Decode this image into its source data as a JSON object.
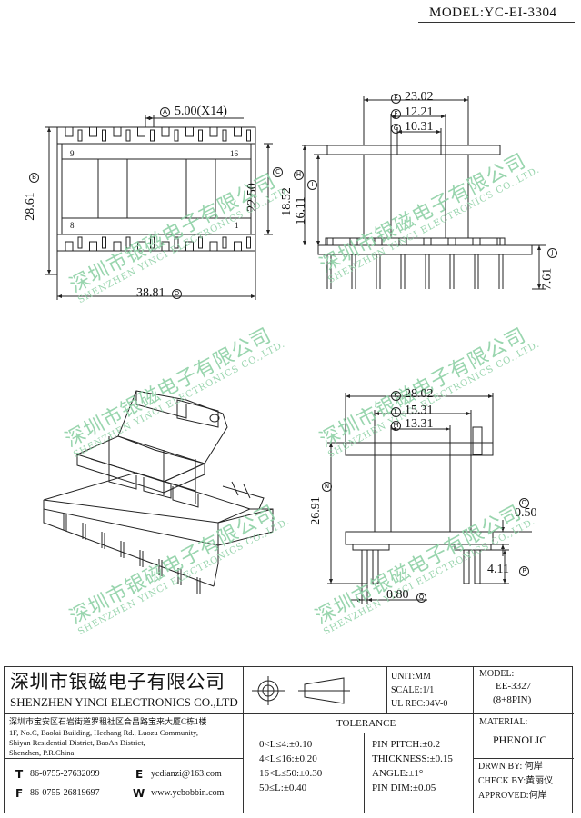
{
  "header": {
    "model_label": "MODEL:YC-EI-3304"
  },
  "dimensions": {
    "top_left": {
      "pitch": "5.00(X14)",
      "pitch_tag": "A",
      "width": "38.81",
      "width_tag": "D",
      "height_outer": "28.61",
      "height_outer_tag": "B",
      "height_inner": "22.50",
      "height_inner_tag": "C",
      "pin_label_9": "9",
      "pin_label_16": "16",
      "pin_label_8": "8",
      "pin_label_1": "1"
    },
    "top_right": {
      "d1": "23.02",
      "d1_tag": "E",
      "d2": "12.21",
      "d2_tag": "F",
      "d3": "10.31",
      "d3_tag": "G",
      "h1": "18.52",
      "h1_tag": "H",
      "h2": "16.11",
      "h2_tag": "I",
      "pin_len": "7.61",
      "pin_len_tag": "J"
    },
    "bottom_right": {
      "d1": "28.02",
      "d1_tag": "K",
      "d2": "15.31",
      "d2_tag": "L",
      "d3": "13.31",
      "d3_tag": "M",
      "height": "26.91",
      "height_tag": "N",
      "flange": "0.50",
      "flange_tag": "O",
      "pin_dim": "4.11",
      "pin_dim_tag": "P",
      "pin_w": "0.80",
      "pin_w_tag": "Q"
    }
  },
  "watermark": {
    "cn": "深圳市银磁电子有限公司",
    "en": "SHENZHEN YINCI ELECTRONICS CO.,LTD."
  },
  "title_block": {
    "company_cn": "深圳市银磁电子有限公司",
    "company_en": "SHENZHEN YINCI ELECTRONICS CO.,LTD",
    "address_cn": "深圳市宝安区石岩街道罗租社区合昌路宝来大厦C栋1楼",
    "address_en": [
      "1F, No.C, Baolai Building, Hechang Rd., Luozu Community,",
      "Shiyan Residential District, BaoAn District,",
      "Shenzhen, P.R.China"
    ],
    "tel_label": "T",
    "tel": "86-0755-27632099",
    "fax_label": "F",
    "fax": "86-0755-26819697",
    "email_label": "E",
    "email": "ycdianzi@163.com",
    "web_label": "W",
    "web": "www.ycbobbin.com",
    "unit": "UNIT:MM",
    "scale": "SCALE:1/1",
    "ul": "UL REC:94V-0",
    "model_title": "MODEL:",
    "model_value": "EE-3327",
    "model_pins": "(8+8PIN)",
    "tolerance_title": "TOLERANCE",
    "tolerances_left": [
      "0<L≤4:±0.10",
      "4<L≤16:±0.20",
      "16<L≤50:±0.30",
      "50≤L:±0.40"
    ],
    "tolerances_right": [
      "PIN PITCH:±0.2",
      "THICKNESS:±0.15",
      "ANGLE:±1°",
      "PIN DIM:±0.05"
    ],
    "material_title": "MATERIAL:",
    "material_value": "PHENOLIC",
    "drawn_by": "DRWN BY: 何岸",
    "check_by": "CHECK BY:黄丽仪",
    "approved": "APPROVED:何岸"
  }
}
